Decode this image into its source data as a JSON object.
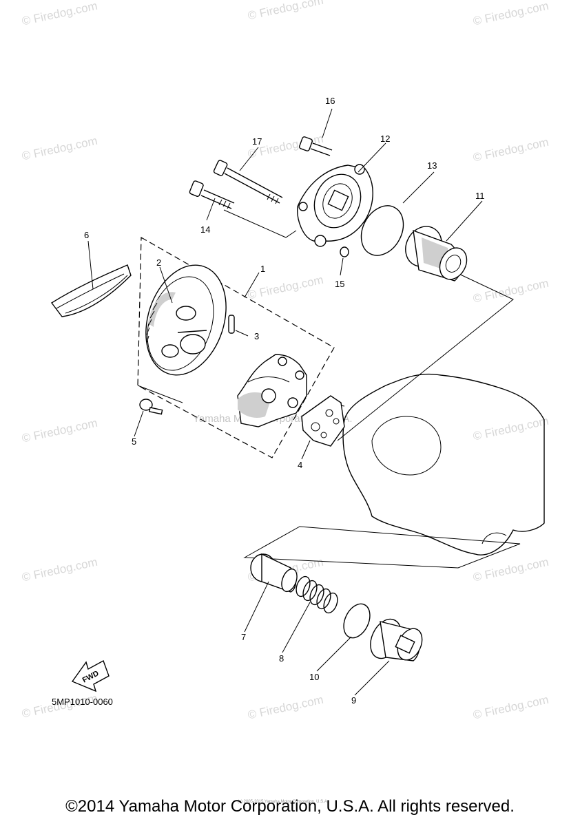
{
  "watermark": {
    "text": "© Firedog.com",
    "center_text": "Yamaha Motor Corporation, U.S.A."
  },
  "callouts": [
    {
      "id": "1",
      "label": "1"
    },
    {
      "id": "2",
      "label": "2"
    },
    {
      "id": "3",
      "label": "3"
    },
    {
      "id": "4",
      "label": "4"
    },
    {
      "id": "5",
      "label": "5"
    },
    {
      "id": "6",
      "label": "6"
    },
    {
      "id": "7",
      "label": "7"
    },
    {
      "id": "8",
      "label": "8"
    },
    {
      "id": "9",
      "label": "9"
    },
    {
      "id": "10",
      "label": "10"
    },
    {
      "id": "11",
      "label": "11"
    },
    {
      "id": "12",
      "label": "12"
    },
    {
      "id": "13",
      "label": "13"
    },
    {
      "id": "14",
      "label": "14"
    },
    {
      "id": "15",
      "label": "15"
    },
    {
      "id": "16",
      "label": "16"
    },
    {
      "id": "17",
      "label": "17"
    }
  ],
  "fwd_label": "FWD",
  "diagram_code": "5MP1010-0060",
  "copyright": "©2014 Yamaha Motor Corporation, U.S.A. All rights reserved.",
  "tiny_notice": "(c) 2005-2015 Yamaha Motor Corporation, U.S.A."
}
